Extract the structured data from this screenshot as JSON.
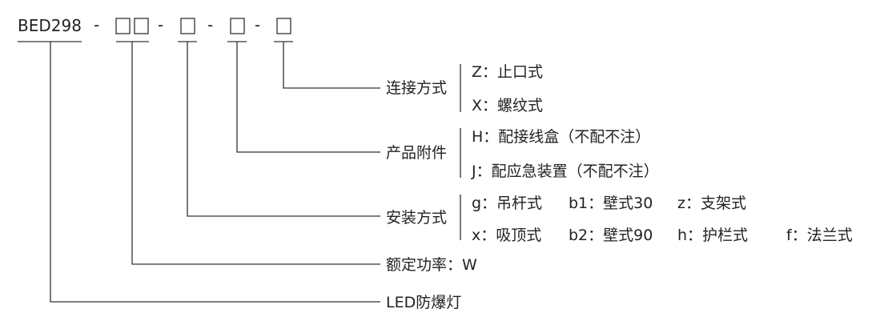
{
  "model_code": "BED298",
  "dash": "-",
  "groups": {
    "connection": {
      "label": "连接方式",
      "options": [
        "Z：止口式",
        "X：螺纹式"
      ]
    },
    "accessory": {
      "label": "产品附件",
      "options": [
        "H：配接线盒（不配不注）",
        "J：配应急装置（不配不注）"
      ]
    },
    "install": {
      "label": "安装方式",
      "row1": [
        "g：吊杆式",
        "b1：壁式30",
        "z：支架式"
      ],
      "row2": [
        "x：吸顶式",
        "b2：壁式90",
        "h：护栏式",
        "f：法兰式"
      ]
    },
    "power": {
      "label": "额定功率：W"
    },
    "product": {
      "label": "LED防爆灯"
    }
  }
}
